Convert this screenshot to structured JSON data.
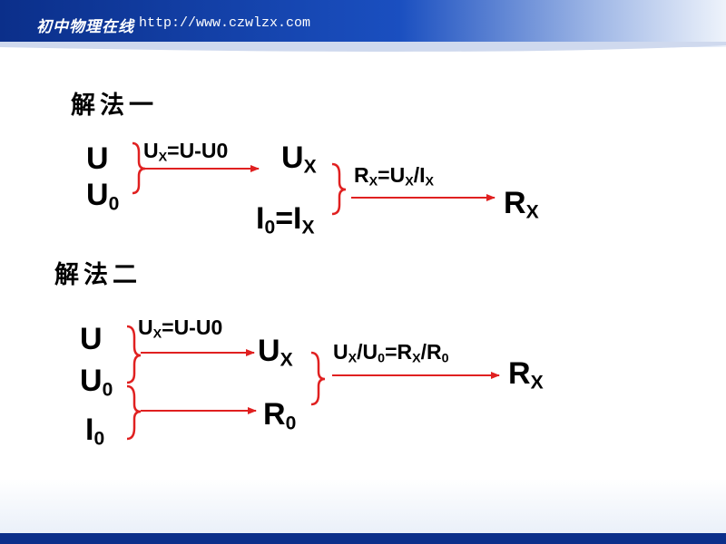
{
  "header": {
    "logo_text": "初中物理在线",
    "url": "http://www.czwlzx.com"
  },
  "method1": {
    "title": "解法一",
    "input_u": "U",
    "input_u0_main": "U",
    "input_u0_sub": "0",
    "step1_formula_a": "U",
    "step1_formula_sub": "X",
    "step1_formula_b": "=U-U0",
    "result_ux_main": "U",
    "result_ux_sub": "X",
    "result_i_a": "I",
    "result_i_sub_a": "0",
    "result_i_b": "=I",
    "result_i_sub_b": "X",
    "step2_r": "R",
    "step2_r_sub": "X",
    "step2_eq": "=U",
    "step2_u_sub": "X",
    "step2_i": "/I",
    "step2_i_sub": "X",
    "final_main": "R",
    "final_sub": "X"
  },
  "method2": {
    "title": "解法二",
    "input_u": "U",
    "input_u0_main": "U",
    "input_u0_sub": "0",
    "input_i0_main": "I",
    "input_i0_sub": "0",
    "step1_formula_a": "U",
    "step1_formula_sub": "X",
    "step1_formula_b": "=U-U0",
    "result_ux_main": "U",
    "result_ux_sub": "X",
    "result_r0_main": "R",
    "result_r0_sub": "0",
    "step2_u": "U",
    "step2_u_sub": "X",
    "step2_u0": "/U",
    "step2_u0_sub": "0",
    "step2_r": "=R",
    "step2_r_sub": "X",
    "step2_r0": "/R",
    "step2_r0_sub": "0",
    "final_main": "R",
    "final_sub": "X"
  },
  "colors": {
    "arrow": "#e02020",
    "text": "#000000",
    "header_dark": "#0b2f8a"
  }
}
